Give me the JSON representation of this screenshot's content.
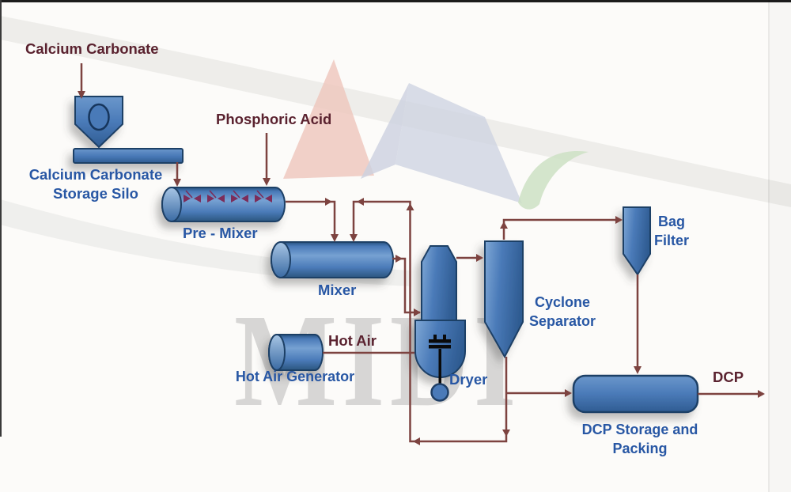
{
  "labels": {
    "calcium_carbonate": "Calcium Carbonate",
    "storage_silo_line1": "Calcium Carbonate",
    "storage_silo_line2": "Storage Silo",
    "phosphoric_acid": "Phosphoric Acid",
    "pre_mixer": "Pre - Mixer",
    "mixer": "Mixer",
    "hot_air": "Hot Air",
    "hot_air_generator": "Hot Air Generator",
    "dryer": "Dryer",
    "cyclone_line1": "Cyclone",
    "cyclone_line2": "Separator",
    "bag_filter_line1": "Bag",
    "bag_filter_line2": "Filter",
    "dcp_storage_line1": "DCP Storage and",
    "dcp_storage_line2": "Packing",
    "dcp_output": "DCP",
    "watermark": "MIDI"
  },
  "colors": {
    "flow_line": "#7d4340",
    "maroon_text": "#5a222f",
    "blue_text": "#2857a4",
    "vessel_fill": "#4b7cb9",
    "vessel_stroke": "#1f3f66",
    "paddle": "#7c2d5a",
    "watermark_gray": "rgba(70,70,70,0.20)"
  }
}
